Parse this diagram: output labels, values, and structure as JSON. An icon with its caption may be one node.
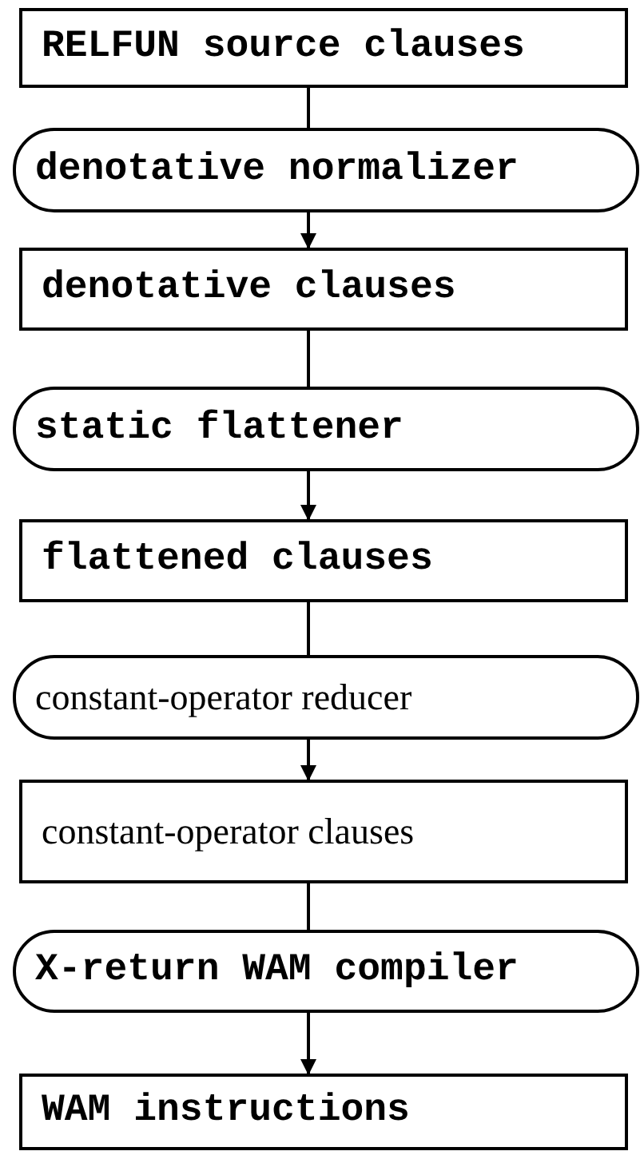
{
  "diagram": {
    "nodes": [
      {
        "text": [
          "RELFUN source clauses"
        ]
      },
      {
        "text": [
          "denotative normalizer"
        ]
      },
      {
        "text": [
          "denotative clauses"
        ]
      },
      {
        "text": [
          "static flattener"
        ]
      },
      {
        "text": [
          "flattened clauses"
        ]
      },
      {
        "text": [
          "constant-operator reducer"
        ]
      },
      {
        "text": [
          "constant-operator clauses"
        ]
      },
      {
        "text": [
          "X-return WAM compiler"
        ]
      },
      {
        "text": [
          "WAM instructions"
        ]
      }
    ],
    "edges": [
      {
        "from": 0,
        "to": 1,
        "arrow": "none"
      },
      {
        "from": 1,
        "to": 2,
        "arrow": "to"
      },
      {
        "from": 2,
        "to": 3,
        "arrow": "none"
      },
      {
        "from": 3,
        "to": 4,
        "arrow": "to"
      },
      {
        "from": 4,
        "to": 5,
        "arrow": "none"
      },
      {
        "from": 5,
        "to": 6,
        "arrow": "to"
      },
      {
        "from": 6,
        "to": 7,
        "arrow": "none"
      },
      {
        "from": 7,
        "to": 8,
        "arrow": "to"
      }
    ]
  }
}
